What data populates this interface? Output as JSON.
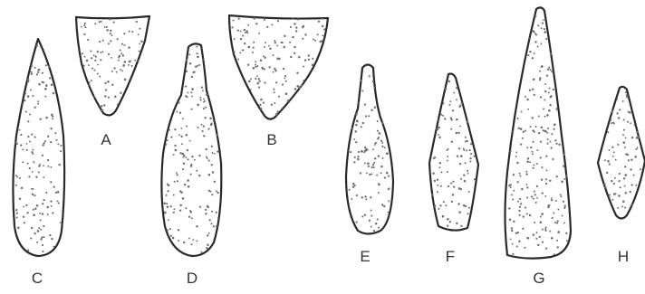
{
  "figure": {
    "line_color": "#2a2a2a",
    "stipple_color": "#6f6f6f",
    "background": "#ffffff",
    "shapes": [
      {
        "id": "A",
        "label": "A",
        "form": "inverted-triangle"
      },
      {
        "id": "B",
        "label": "B",
        "form": "wide-inverted-triangle"
      },
      {
        "id": "C",
        "label": "C",
        "form": "elongated-pointed-oval"
      },
      {
        "id": "D",
        "label": "D",
        "form": "club-shaped"
      },
      {
        "id": "E",
        "label": "E",
        "form": "small-club-shaped"
      },
      {
        "id": "F",
        "label": "F",
        "form": "lanceolate-pentagon"
      },
      {
        "id": "G",
        "label": "G",
        "form": "tall-narrow-cone"
      },
      {
        "id": "H",
        "label": "H",
        "form": "rhombic"
      }
    ]
  }
}
